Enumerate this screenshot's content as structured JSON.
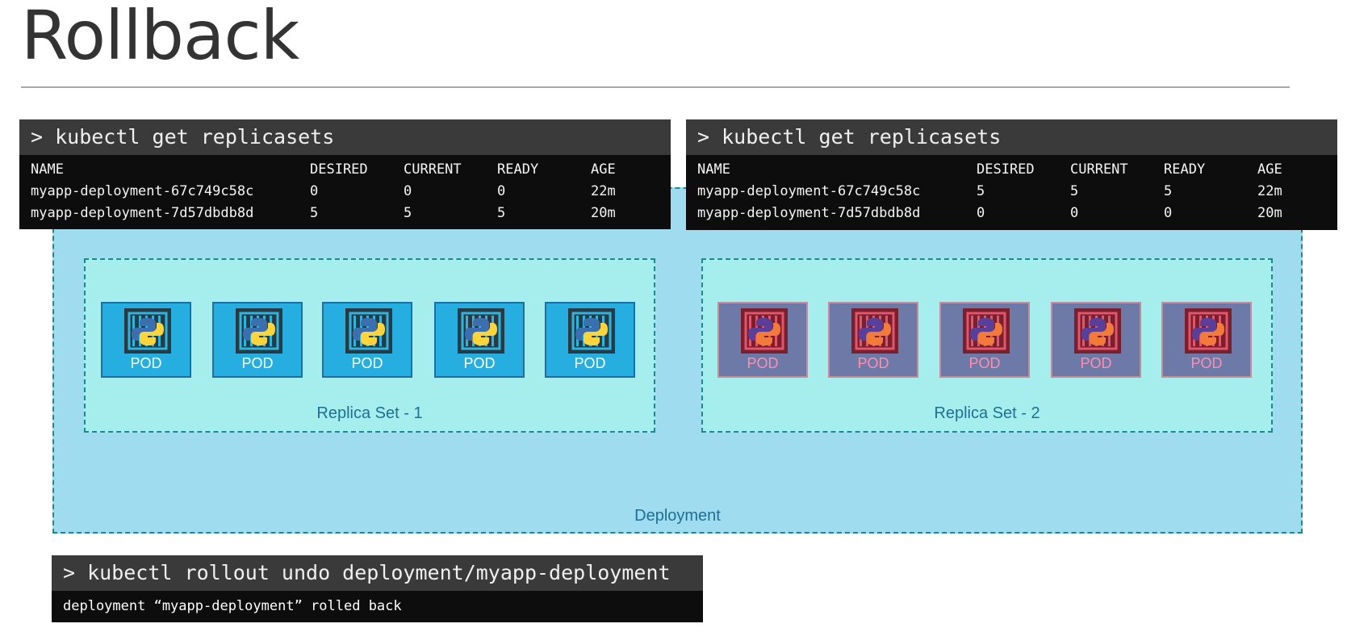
{
  "title": "Rollback",
  "deployment_label": "Deployment",
  "replica_sets": [
    {
      "label": "Replica Set - 1",
      "pod_label": "POD",
      "pod_count": 5,
      "color": "#27aee0"
    },
    {
      "label": "Replica Set - 2",
      "pod_label": "POD",
      "pod_count": 5,
      "color": "#6d7aa8"
    }
  ],
  "terminal_left": {
    "command": "> kubectl get replicasets",
    "headers": [
      "NAME",
      "DESIRED",
      "CURRENT",
      "READY",
      "AGE"
    ],
    "rows": [
      [
        "myapp-deployment-67c749c58c",
        "0",
        "0",
        "0",
        "22m"
      ],
      [
        "myapp-deployment-7d57dbdb8d",
        "5",
        "5",
        "5",
        "20m"
      ]
    ]
  },
  "terminal_right": {
    "command": "> kubectl get replicasets",
    "headers": [
      "NAME",
      "DESIRED",
      "CURRENT",
      "READY",
      "AGE"
    ],
    "rows": [
      [
        "myapp-deployment-67c749c58c",
        "5",
        "5",
        "5",
        "22m"
      ],
      [
        "myapp-deployment-7d57dbdb8d",
        "0",
        "0",
        "0",
        "20m"
      ]
    ]
  },
  "terminal_bottom": {
    "command": "> kubectl rollout undo deployment/myapp-deployment",
    "output": "deployment “myapp-deployment” rolled back"
  }
}
